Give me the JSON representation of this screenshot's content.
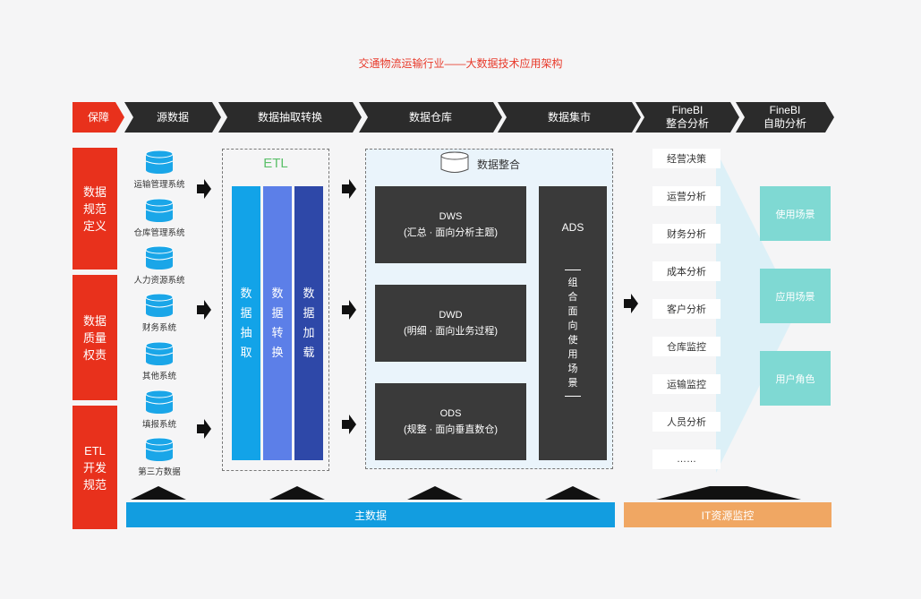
{
  "title": "交通物流运输行业——大数据技术应用架构",
  "header": [
    {
      "label": "保障",
      "color": "#e8311c"
    },
    {
      "label": "源数据",
      "color": "#2b2b2b"
    },
    {
      "label": "数据抽取转换",
      "color": "#2b2b2b"
    },
    {
      "label": "数据仓库",
      "color": "#2b2b2b"
    },
    {
      "label": "数据集市",
      "color": "#2b2b2b"
    },
    {
      "label": "FineBI\n整合分析",
      "color": "#2b2b2b"
    },
    {
      "label": "FineBI\n自助分析",
      "color": "#2b2b2b"
    }
  ],
  "guarantee": [
    "数据\n规范\n定义",
    "数据\n质量\n权责",
    "ETL\n开发\n规范"
  ],
  "sources": [
    "运输管理系统",
    "仓库管理系统",
    "人力资源系统",
    "财务系统",
    "其他系统",
    "填报系统",
    "第三方数据"
  ],
  "etl": {
    "title": "ETL",
    "bars": [
      {
        "label": "数\n据\n抽\n取",
        "color": "#12a3e8"
      },
      {
        "label": "数\n据\n转\n换",
        "color": "#5c7fe8"
      },
      {
        "label": "数\n据\n加\n载",
        "color": "#2e48a8"
      }
    ]
  },
  "warehouse": {
    "title": "数据整合",
    "layers": [
      {
        "name": "DWS",
        "desc": "(汇总 · 面向分析主题)"
      },
      {
        "name": "DWD",
        "desc": "(明细 · 面向业务过程)"
      },
      {
        "name": "ODS",
        "desc": "(规整 · 面向垂直数仓)"
      }
    ],
    "ads": {
      "name": "ADS",
      "desc": "组\n合\n面\n向\n使\n用\n场\n景"
    }
  },
  "analysis": [
    "经营决策",
    "运营分析",
    "财务分析",
    "成本分析",
    "客户分析",
    "仓库监控",
    "运输监控",
    "人员分析",
    "……"
  ],
  "self_service": [
    "使用场景",
    "应用场景",
    "用户角色"
  ],
  "bottom": {
    "master": "主数据",
    "it": "IT资源监控"
  }
}
